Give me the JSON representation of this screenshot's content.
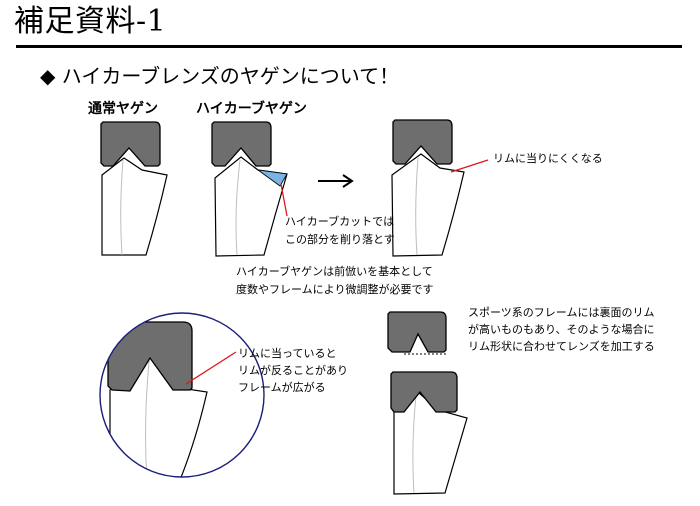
{
  "slide": {
    "title": "補足資料-1",
    "heading": "◆ ハイカーブレンズのヤゲンについて！"
  },
  "labels": {
    "normal_yagen": "通常ヤゲン",
    "high_curve_yagen": "ハイカーブヤゲン"
  },
  "notes": {
    "rim_hit": "リムに当りにくくなる",
    "cut_line1": "ハイカーブカットでは",
    "cut_line2": "この部分を削り落とす",
    "mid_line1": "ハイカーブヤゲンは前倣いを基本として",
    "mid_line2": "度数やフレームにより微調整が必要です",
    "sports_line1": "スポーツ系のフレームには裏面のリム",
    "sports_line2": "が高いものもあり、そのような場合に",
    "sports_line3": "リム形状に合わせてレンズを加工する",
    "zoom_line1": "リムに当っていると",
    "zoom_line2": "リムが反ることがあり",
    "zoom_line3": "フレームが広がる"
  },
  "colors": {
    "rim_fill": "#6e6e6e",
    "cut_fill": "#7ab4e6",
    "pointer": "#e0151e",
    "zoom_circle": "#1b1f7a",
    "arrow": "▶"
  }
}
